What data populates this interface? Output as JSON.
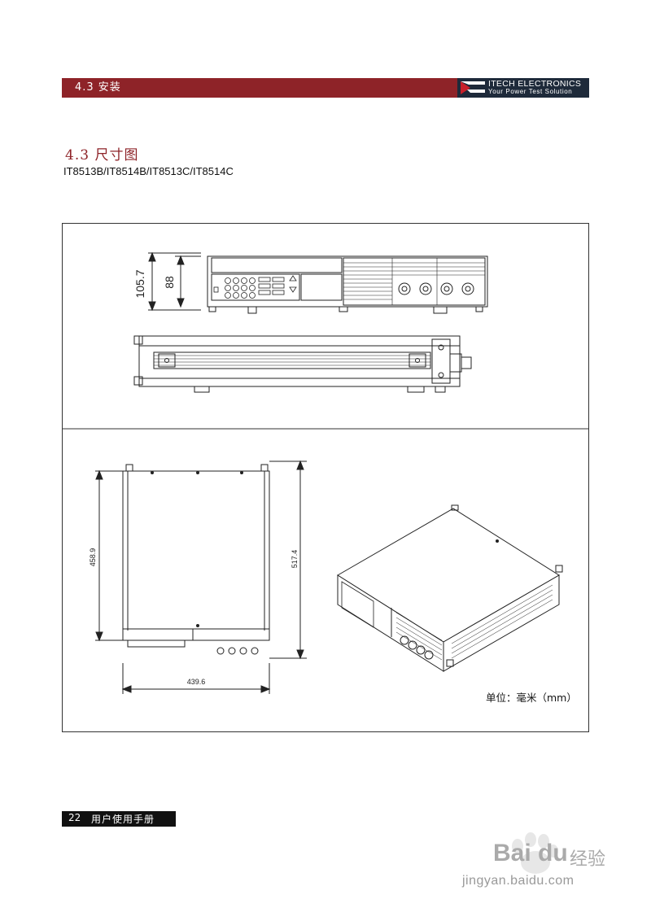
{
  "header": {
    "section": "4.3 安装",
    "logo_name": "ITECH ELECTRONICS",
    "logo_tagline": "Your Power Test Solution"
  },
  "section_title": "4.3 尺寸图",
  "models": "IT8513B/IT8514B/IT8513C/IT8514C",
  "figure": {
    "dim_height_outer": "105.7",
    "dim_height_inner": "88",
    "dim_depth_inner": "458.9",
    "dim_depth_outer": "517.4",
    "dim_width": "439.6",
    "unit_note": "单位：毫米（mm）"
  },
  "footer": {
    "page_number": "22",
    "manual_title": "用户使用手册"
  },
  "watermark": {
    "brand": "Bai du",
    "brand_suffix": "经验",
    "url": "jingyan.baidu.com"
  }
}
